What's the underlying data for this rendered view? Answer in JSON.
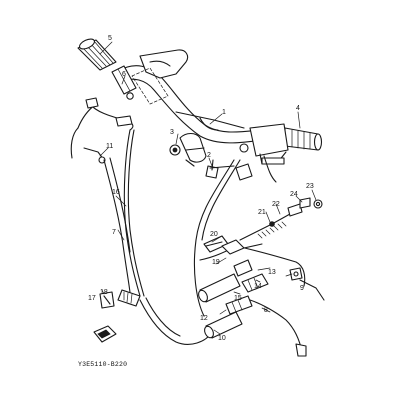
{
  "diagram": {
    "callouts": [
      {
        "id": "1",
        "label": "1"
      },
      {
        "id": "2",
        "label": "2"
      },
      {
        "id": "3",
        "label": "3"
      },
      {
        "id": "4",
        "label": "4"
      },
      {
        "id": "5",
        "label": "5"
      },
      {
        "id": "6",
        "label": "6"
      },
      {
        "id": "7",
        "label": "7"
      },
      {
        "id": "8",
        "label": "8"
      },
      {
        "id": "9",
        "label": "9"
      },
      {
        "id": "10",
        "label": "10"
      },
      {
        "id": "11",
        "label": "11"
      },
      {
        "id": "12",
        "label": "12"
      },
      {
        "id": "13",
        "label": "13"
      },
      {
        "id": "14",
        "label": "14"
      },
      {
        "id": "15",
        "label": "15"
      },
      {
        "id": "16",
        "label": "16"
      },
      {
        "id": "17",
        "label": "17"
      },
      {
        "id": "18",
        "label": "18"
      },
      {
        "id": "19",
        "label": "19"
      },
      {
        "id": "20",
        "label": "20"
      },
      {
        "id": "21",
        "label": "21"
      },
      {
        "id": "22",
        "label": "22"
      },
      {
        "id": "23",
        "label": "23"
      },
      {
        "id": "24",
        "label": "24"
      }
    ],
    "figure_code": "Y3E5110-B220"
  }
}
